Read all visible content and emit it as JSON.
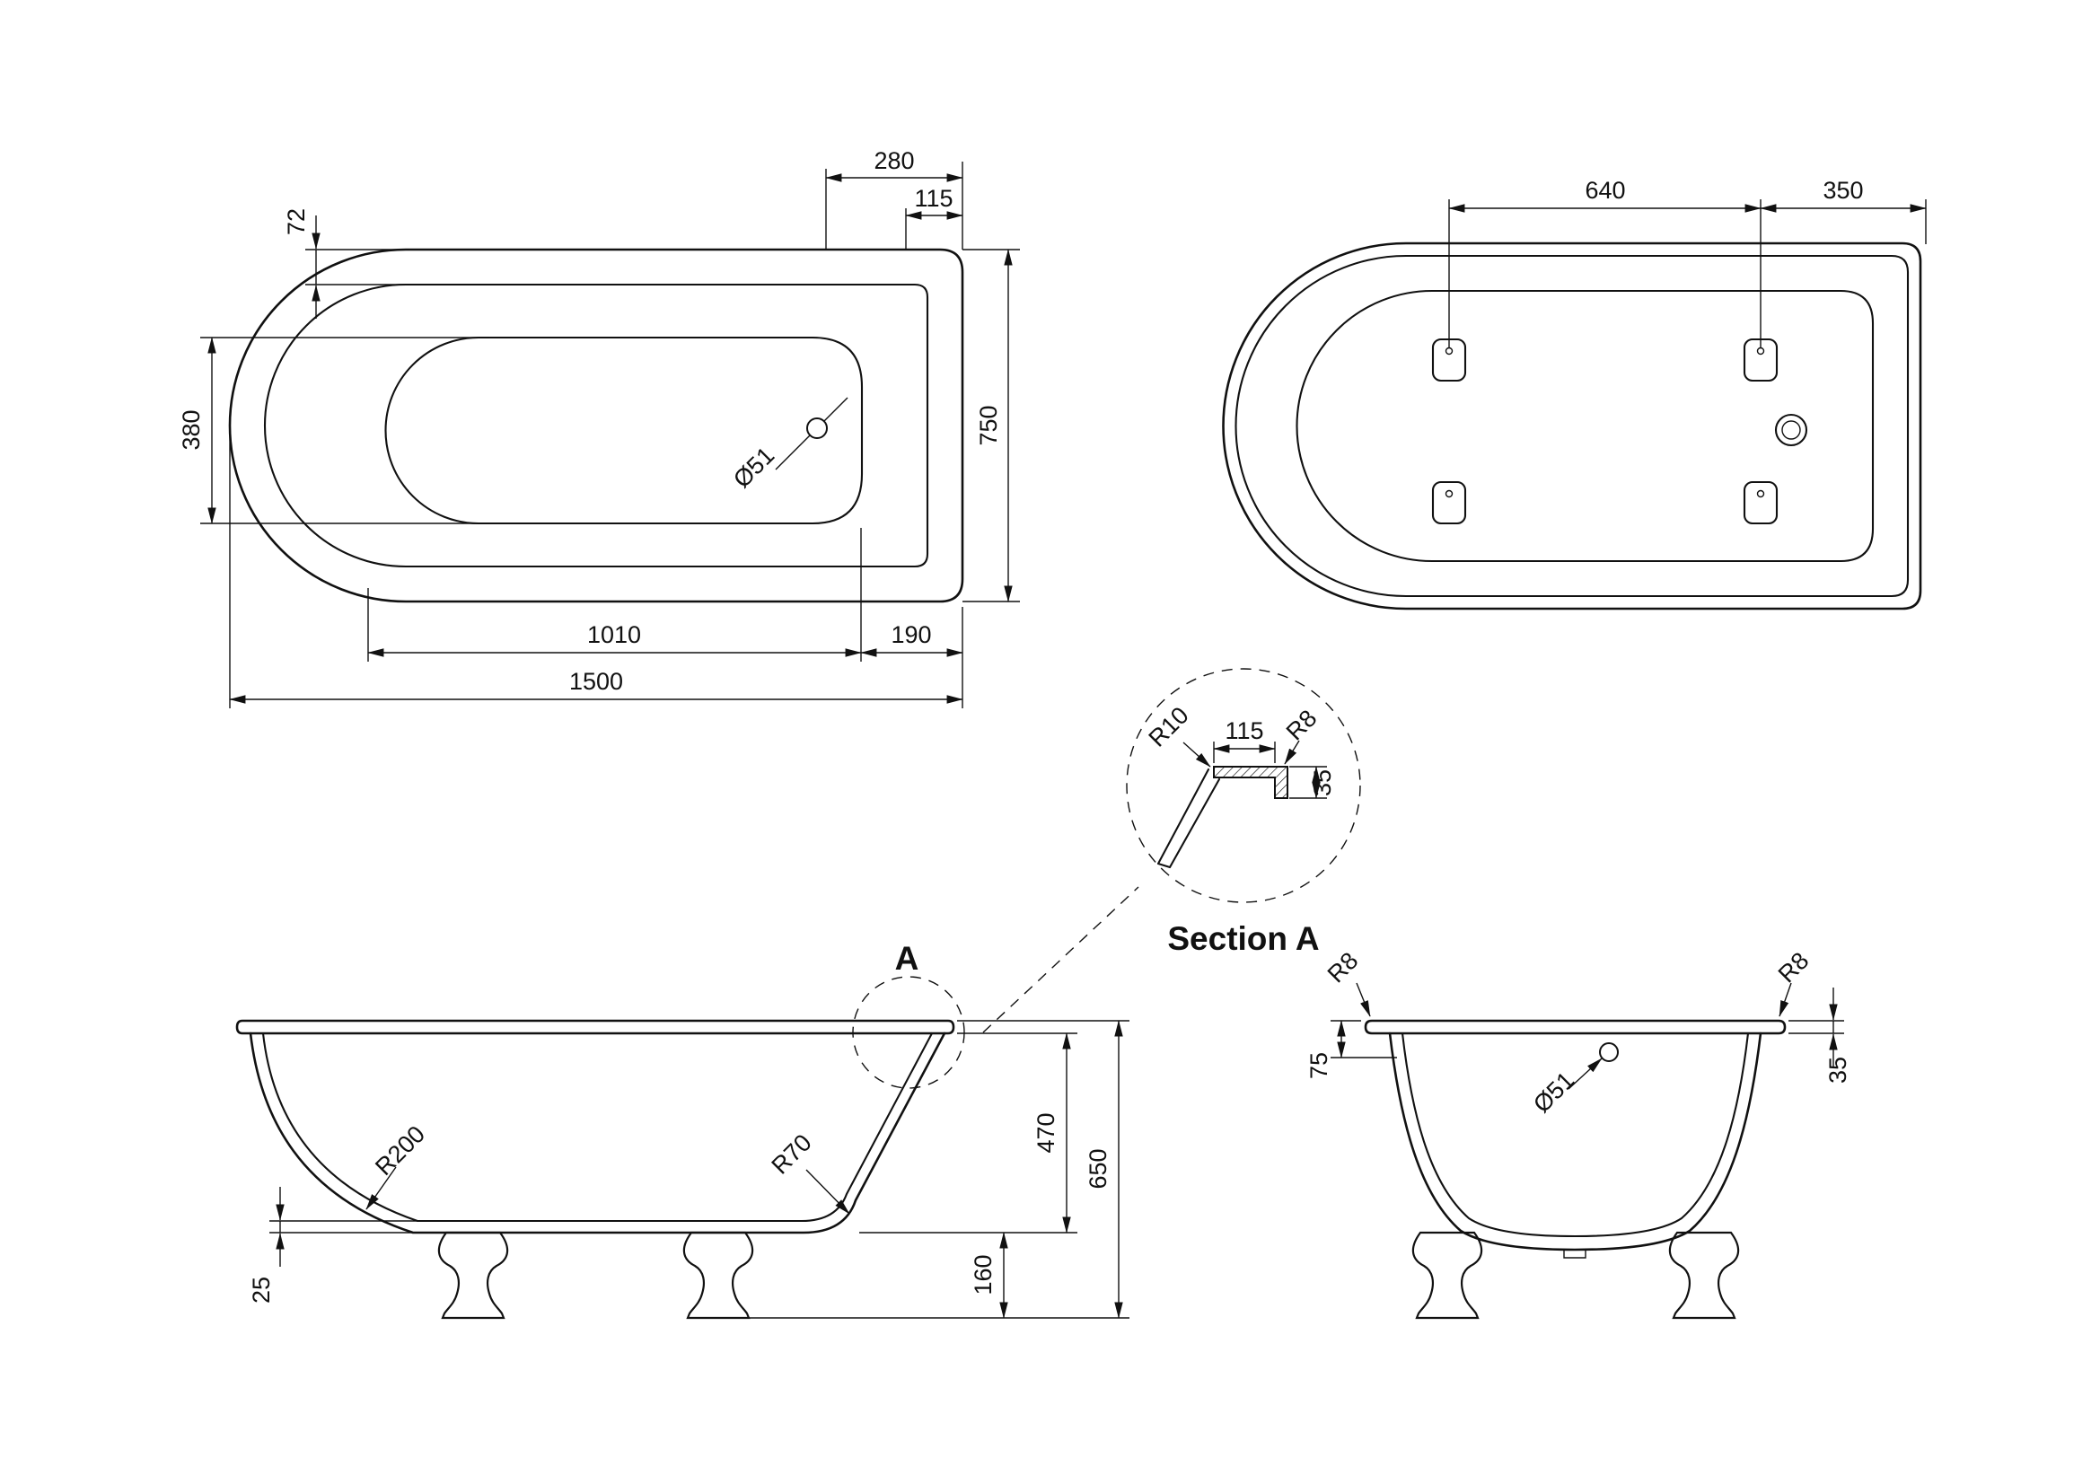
{
  "drawing": {
    "background": "#ffffff",
    "line_color": "#111111"
  },
  "plan_view": {
    "dim_280": "280",
    "dim_115": "115",
    "dim_72": "72",
    "dim_380": "380",
    "dim_750": "750",
    "dim_drain": "Ø51",
    "dim_1010": "1010",
    "dim_190": "190",
    "dim_1500": "1500"
  },
  "bottom_view": {
    "dim_640": "640",
    "dim_350": "350"
  },
  "section_detail": {
    "title": "Section A",
    "dim_r10": "R10",
    "dim_115": "115",
    "dim_r8": "R8",
    "dim_35": "35"
  },
  "side_view": {
    "marker": "A",
    "dim_r200": "R200",
    "dim_r70": "R70",
    "dim_470": "470",
    "dim_650": "650",
    "dim_160": "160",
    "dim_25": "25"
  },
  "end_view": {
    "dim_r8_left": "R8",
    "dim_r8_right": "R8",
    "dim_75": "75",
    "dim_drain": "Ø51",
    "dim_35": "35"
  }
}
